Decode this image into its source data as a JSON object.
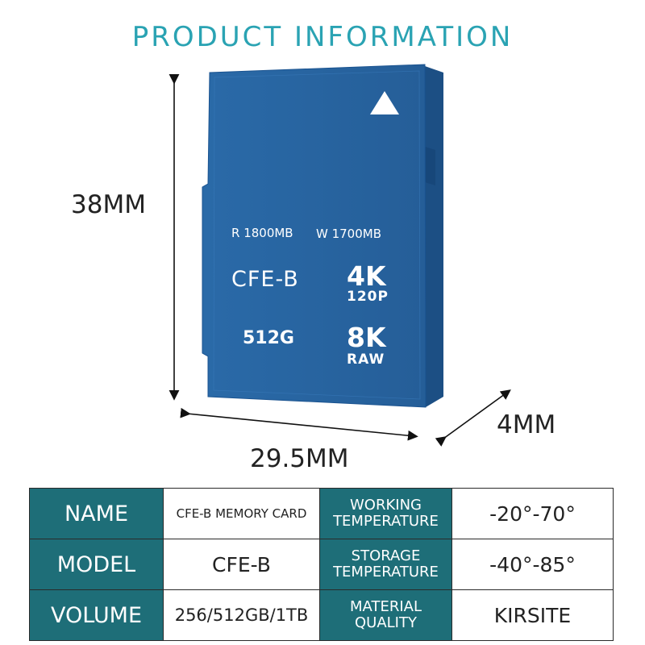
{
  "title": "PRODUCT INFORMATION",
  "dimensions": {
    "height": "38MM",
    "width": "29.5MM",
    "depth": "4MM"
  },
  "card": {
    "read_speed": "R 1800MB",
    "write_speed": "W 1700MB",
    "type": "CFE-B",
    "res_4k": "4K",
    "res_4k_sub": "120P",
    "capacity": "512G",
    "res_8k": "8K",
    "res_8k_sub": "RAW",
    "color": "#2566a6"
  },
  "specs": {
    "rows": [
      {
        "label1": "NAME",
        "value1": "CFE-B MEMORY CARD",
        "label2": "WORKING TEMPERATURE",
        "value2": "-20°-70°"
      },
      {
        "label1": "MODEL",
        "value1": "CFE-B",
        "label2": "STORAGE TEMPERATURE",
        "value2": "-40°-85°"
      },
      {
        "label1": "VOLUME",
        "value1": "256/512GB/1TB",
        "label2": "MATERIAL QUALITY",
        "value2": "KIRSITE"
      }
    ],
    "label_color": "#1e6e78"
  }
}
